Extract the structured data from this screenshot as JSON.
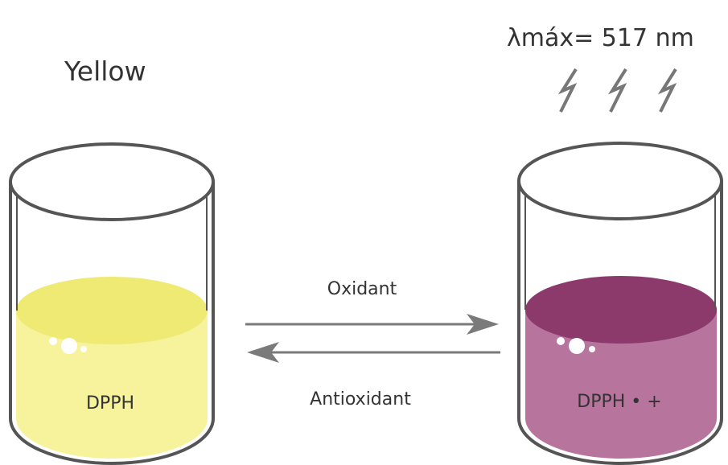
{
  "left_beaker": {
    "color_label": "Yellow",
    "content_label": "DPPH",
    "liquid_color": "#f7f39c",
    "surface_color": "#efea73"
  },
  "right_beaker": {
    "wavelength_label": "λmáx= 517 nm",
    "content_label": "DPPH • +",
    "liquid_color": "#b7749d",
    "surface_color": "#8c3a6c"
  },
  "reaction": {
    "forward_label": "Oxidant",
    "reverse_label": "Antioxidant",
    "arrow_color": "#7a7a7a"
  },
  "colors": {
    "outline": "#555555",
    "text": "#333333",
    "bolt": "#777777"
  },
  "icons": [
    "lightning-bolt-icon",
    "lightning-bolt-icon",
    "lightning-bolt-icon"
  ]
}
